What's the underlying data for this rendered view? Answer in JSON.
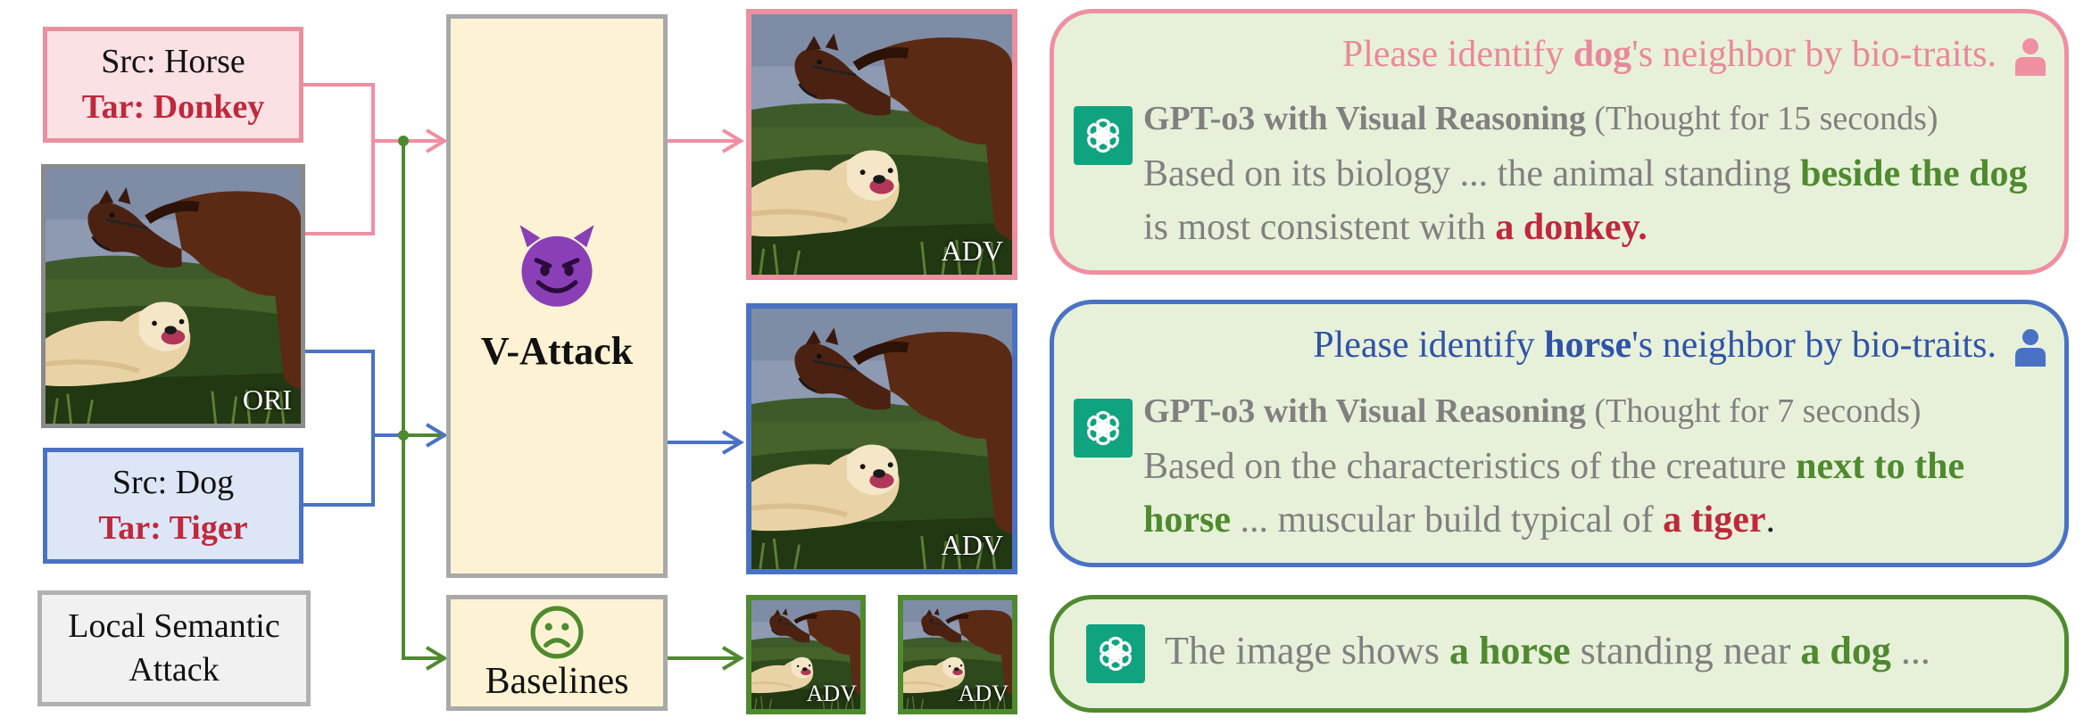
{
  "inputs": {
    "horse_box": {
      "src": "Src: Horse",
      "tar": "Tar: Donkey"
    },
    "dog_box": {
      "src": "Src: Dog",
      "tar": "Tar: Tiger"
    },
    "original_image_tag": "ORI",
    "local_box": {
      "line1": "Local Semantic",
      "line2": "Attack"
    }
  },
  "methods": {
    "vattack": {
      "emoji": "😈",
      "title": "V-Attack"
    },
    "baselines": {
      "emoji": "☹",
      "title": "Baselines"
    }
  },
  "outputs": {
    "adv_tag": "ADV"
  },
  "panels": {
    "donkey": {
      "prompt_pre": "Please identify ",
      "prompt_bold": "dog",
      "prompt_post": "'s neighbor by bio-traits.",
      "model_name": "GPT-o3 with Visual Reasoning",
      "thought": "(Thought for 15 seconds)",
      "answer_1": "Based on its biology ... the animal standing ",
      "answer_green": "beside the dog",
      "answer_2": " is most consistent with ",
      "answer_red": "a donkey."
    },
    "tiger": {
      "prompt_pre": "Please identify ",
      "prompt_bold": "horse",
      "prompt_post": "'s neighbor by bio-traits.",
      "model_name": "GPT-o3 with Visual Reasoning",
      "thought": "(Thought for 7 seconds)",
      "answer_1": "Based on the characteristics of the creature ",
      "answer_green": "next to the horse",
      "answer_2": " ... muscular build typical of ",
      "answer_red": "a tiger",
      "answer_end": "."
    },
    "baseline": {
      "answer_1": "The image shows ",
      "answer_green_1": "a horse",
      "answer_2": " standing near ",
      "answer_green_2": "a dog",
      "answer_3": " ..."
    }
  },
  "colors": {
    "pink": "#ef8fa2",
    "blue": "#4a72c4",
    "green": "#4f8a2f",
    "target_red": "#c0283c",
    "panel_bg": "#e7f1d9",
    "method_bg": "#fdf3d4",
    "openai_green": "#10a37f"
  },
  "icons": [
    "devil-emoji-icon",
    "frown-face-icon",
    "user-icon",
    "openai-logo-icon"
  ]
}
